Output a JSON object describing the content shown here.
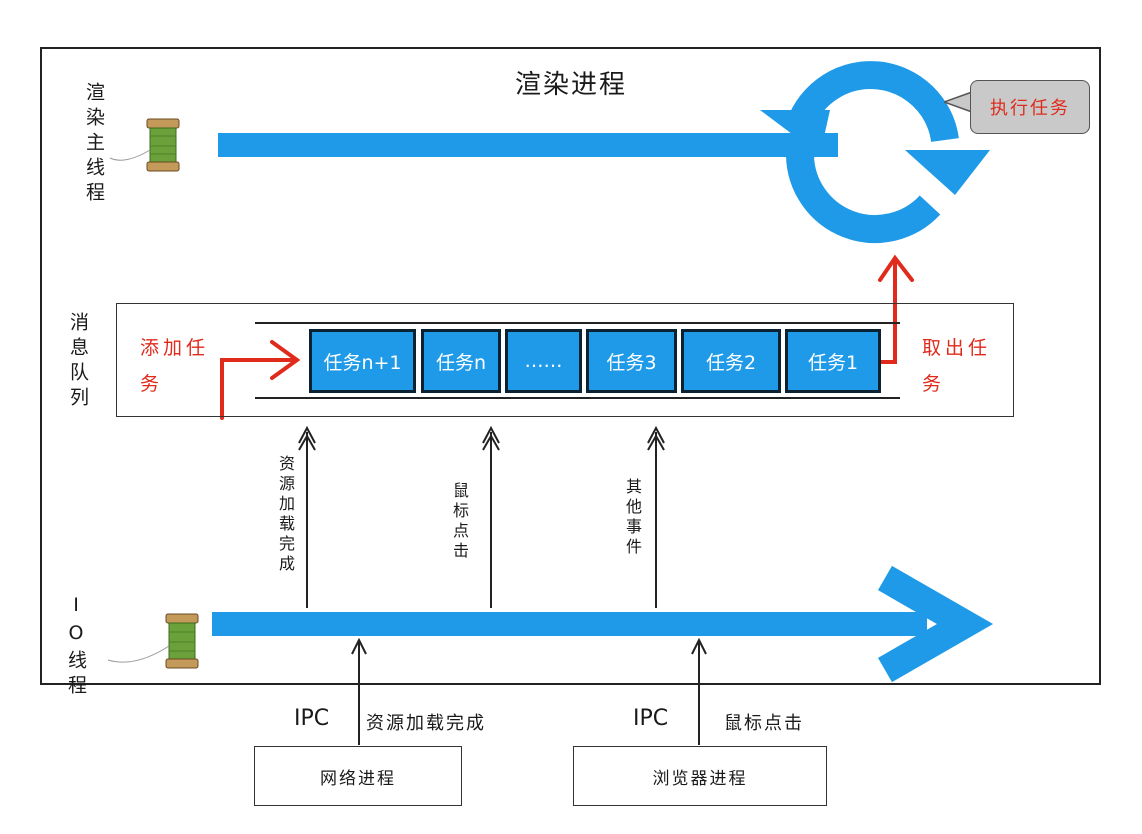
{
  "title": "渲染进程",
  "main_thread_label": "渲染主线程",
  "queue_label": "消息队列",
  "io_thread_label": "IO线程",
  "add_task_label": "添加任务",
  "take_task_label": "取出任务",
  "execute_task_label": "执行任务",
  "queue_cells": [
    "任务n+1",
    "任务n",
    "……",
    "任务3",
    "任务2",
    "任务1"
  ],
  "events": [
    "资源加载完成",
    "鼠标点击",
    "其他事件"
  ],
  "ipc_label": "IPC",
  "ipc_left_event": "资源加载完成",
  "ipc_right_event": "鼠标点击",
  "network_process": "网络进程",
  "browser_process": "浏览器进程",
  "colors": {
    "accent_blue": "#1f9ae8",
    "annotation_red": "#e02a1c",
    "tooltip_gray": "#c9c9c9"
  }
}
